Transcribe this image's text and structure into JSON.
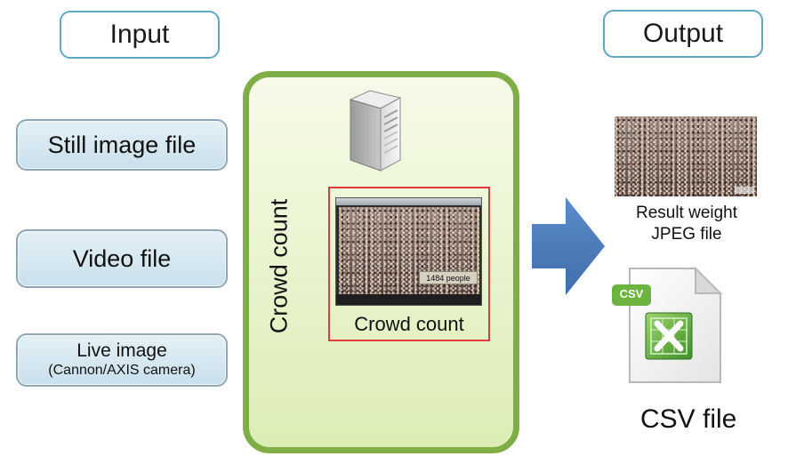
{
  "input_header": "Input",
  "output_header": "Output",
  "inputs": {
    "still_image": "Still image file",
    "video": "Video file",
    "live_line1": "Live image",
    "live_line2": "(Cannon/AXIS camera)"
  },
  "center": {
    "vertical_label": "Crowd count",
    "screenshot_caption": "1484 people",
    "frame_label": "Crowd count"
  },
  "outputs": {
    "jpeg_line1": "Result weight",
    "jpeg_line2": "JPEG file",
    "csv_icon_tag": "CSV",
    "csv_label": "CSV file"
  },
  "icons": [
    "server-icon",
    "crowd-image-thumbnail",
    "arrow-right-icon",
    "csv-file-icon",
    "excel-icon"
  ],
  "colors": {
    "header_border": "#5fa8c2",
    "input_fill": "#d6e8f1",
    "central_border": "#7fae47",
    "central_fill": "#e8f3cd",
    "red_frame": "#e53a3a",
    "arrow": "#4a78b7",
    "csv_green": "#6cb33f"
  }
}
